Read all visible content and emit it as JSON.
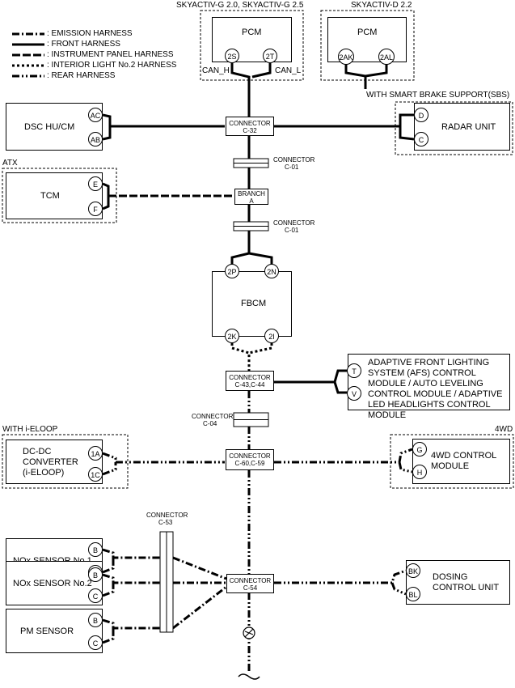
{
  "legend": [
    {
      "label": ": EMISSION HARNESS",
      "style": "dash-dot"
    },
    {
      "label": ": FRONT HARNESS",
      "style": "solid"
    },
    {
      "label": ": INSTRUMENT PANEL HARNESS",
      "style": "long-dash"
    },
    {
      "label": ": INTERIOR LIGHT No.2 HARNESS",
      "style": "dot"
    },
    {
      "label": ": REAR HARNESS",
      "style": "dash-dot-dot"
    }
  ],
  "groups": {
    "skyactiv_g": "SKYACTIV-G 2.0, SKYACTIV-G 2.5",
    "skyactiv_d": "SKYACTIV-D 2.2",
    "sbs": "WITH SMART BRAKE SUPPORT(SBS)",
    "atx": "ATX",
    "ieloop": "WITH i-ELOOP",
    "fourwd": "4WD"
  },
  "modules": {
    "pcm_g": "PCM",
    "pcm_d": "PCM",
    "dsc": "DSC HU/CM",
    "radar": "RADAR UNIT",
    "tcm": "TCM",
    "fbcm": "FBCM",
    "afs": "ADAPTIVE FRONT LIGHTING SYSTEM (AFS) CONTROL MODULE / AUTO LEVELING CONTROL MODULE / ADAPTIVE LED HEADLIGHTS CONTROL MODULE",
    "dcdc": "DC-DC CONVERTER (i-ELOOP)",
    "fourwd": "4WD CONTROL MODULE",
    "nox1": "NOx SENSOR No.1",
    "nox2": "NOx SENSOR No.2",
    "pm": "PM SENSOR",
    "dosing": "DOSING CONTROL UNIT"
  },
  "pins": {
    "pcm_g": [
      "2S",
      "2T"
    ],
    "pcm_d": [
      "2AK",
      "2AL"
    ],
    "dsc": [
      "AC",
      "AB"
    ],
    "radar": [
      "D",
      "C"
    ],
    "tcm": [
      "E",
      "F"
    ],
    "fbcm_top": [
      "2P",
      "2N"
    ],
    "fbcm_bottom": [
      "2K",
      "2I"
    ],
    "afs": [
      "T",
      "V"
    ],
    "dcdc": [
      "1A",
      "1C"
    ],
    "fourwd": [
      "G",
      "H"
    ],
    "nox1": [
      "B",
      "C"
    ],
    "nox2": [
      "B",
      "C"
    ],
    "pm": [
      "B",
      "C"
    ],
    "dosing": [
      "BK",
      "BL"
    ]
  },
  "can_labels": {
    "high": "CAN_H",
    "low": "CAN_L"
  },
  "connectors": {
    "c32": {
      "title": "CONNECTOR",
      "code": "C-32"
    },
    "c01a": {
      "title": "CONNECTOR",
      "code": "C-01"
    },
    "branch_a": {
      "title": "BRANCH",
      "code": "A"
    },
    "c01b": {
      "title": "CONNECTOR",
      "code": "C-01"
    },
    "c4344": {
      "title": "CONNECTOR",
      "code": "C-43,C-44"
    },
    "c04": {
      "title": "CONNECTOR",
      "code": "C-04"
    },
    "c6059": {
      "title": "CONNECTOR",
      "code": "C-60,C-59"
    },
    "c53": {
      "title": "CONNECTOR",
      "code": "C-53"
    },
    "c54": {
      "title": "CONNECTOR",
      "code": "C-54"
    }
  }
}
